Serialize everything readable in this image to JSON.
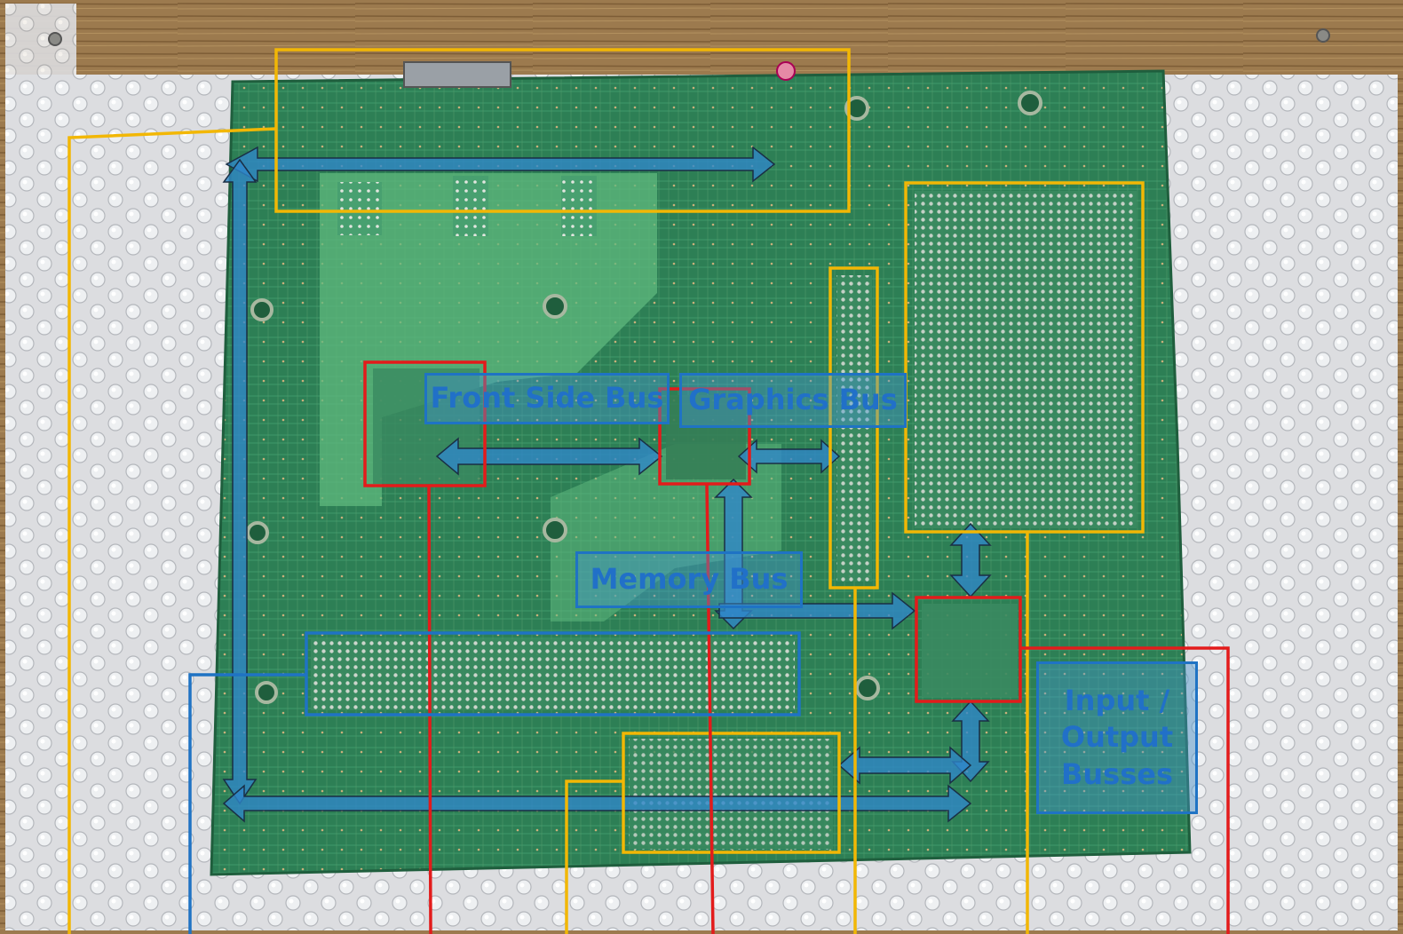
{
  "labels": {
    "front_side_bus": "Front Side Bus",
    "graphics_bus": "Graphics Bus",
    "memory_bus": "Memory Bus",
    "io_busses_line1": "Input /",
    "io_busses_line2": "Output",
    "io_busses_line3": "Busses"
  },
  "colors": {
    "bus_blue": "#1f73c4",
    "component_red": "#e31b1b",
    "expansion_yellow": "#f2b705",
    "board_green": "#2e8a5a"
  }
}
